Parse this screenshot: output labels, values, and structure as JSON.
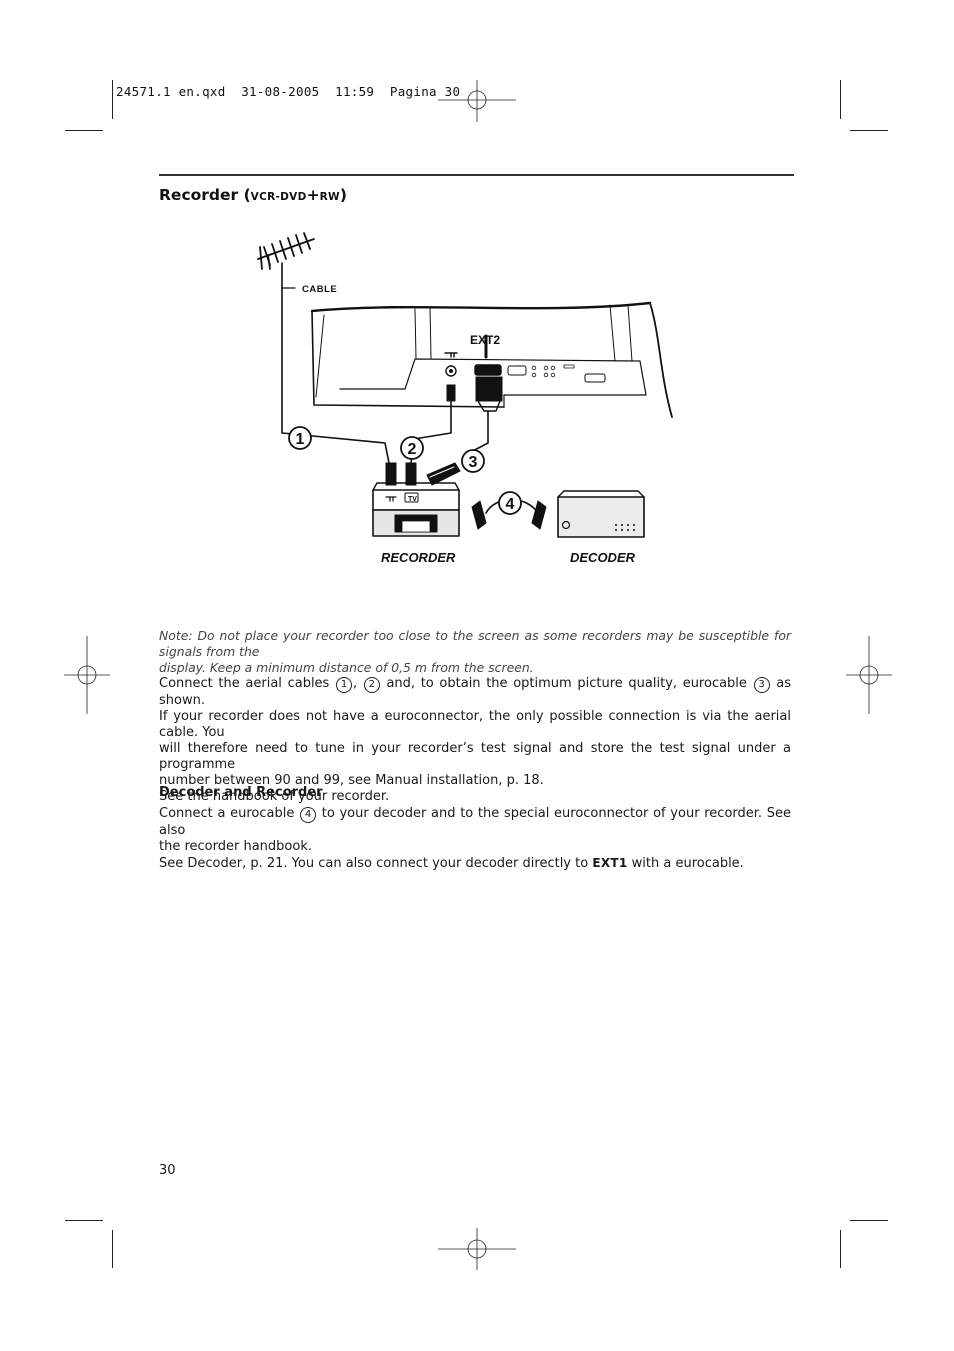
{
  "slug": {
    "text": "24571.1 en.qxd  31-08-2005  11:59  Pagina 30"
  },
  "heading": {
    "main": "Recorder (",
    "vcr": "VCR-DVD",
    "plus": "+",
    "rw": "RW",
    "close": ")"
  },
  "diagram": {
    "cable_label": "CABLE",
    "ext2_label": "EXT2",
    "recorder_label": "RECORDER",
    "decoder_label": "DECODER",
    "tv_badge": "TV",
    "callouts": [
      "1",
      "2",
      "3",
      "4"
    ]
  },
  "note": {
    "line1": "Note: Do not place your recorder too close to the screen as some recorders may be susceptible for signals from the",
    "line2": "display. Keep a minimum distance of 0,5 m from the screen."
  },
  "para1": {
    "l1_a": "Connect the aerial cables ",
    "c1": "1",
    "l1_b": ", ",
    "c2": "2",
    "l1_c": " and, to obtain the optimum picture quality, eurocable ",
    "c3": "3",
    "l1_d": " as shown.",
    "l2": "If your recorder does not have a euroconnector, the only possible connection is via the aerial cable. You",
    "l3": "will therefore need to tune in your recorder’s test signal and store the test signal under a programme",
    "l4": "number between 90 and 99, see Manual installation, p. 18.",
    "l5": "See the handbook of your recorder."
  },
  "subheading": "Decoder and Recorder",
  "para2": {
    "l1_a": "Connect a eurocable ",
    "c4": "4",
    "l1_b": " to your decoder and to the special euroconnector of your recorder. See also",
    "l2": "the recorder handbook.",
    "l3_a": "See Decoder, p. 21.  You can also connect your decoder directly to ",
    "ext1": "EXT1",
    "l3_b": " with a eurocable."
  },
  "page_number": "30"
}
